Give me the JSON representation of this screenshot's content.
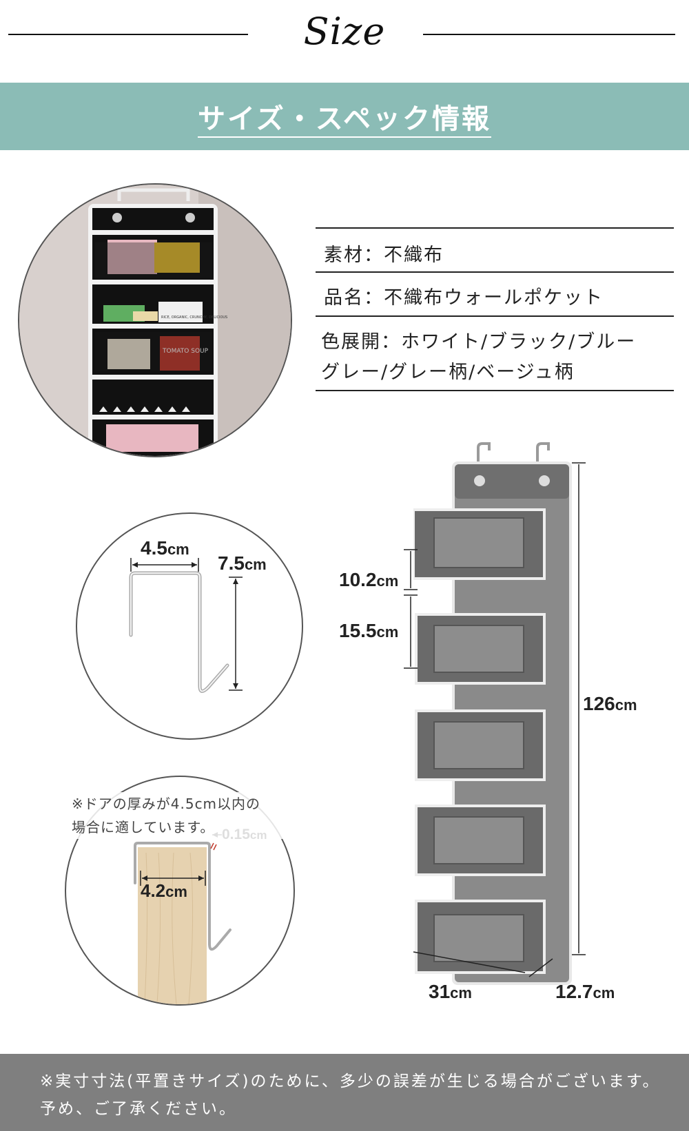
{
  "header": {
    "script_title": "Size",
    "section_title": "サイズ・スペック情報"
  },
  "specs": {
    "material": "素材：不織布",
    "product_name": "品名：不織布ウォールポケット",
    "colors_line1": "色展開：ホワイト/ブラック/ブルー",
    "colors_line2": "グレー/グレー柄/ベージュ柄"
  },
  "photo_labels": {
    "box_label_1": "RICE, ORGANIC, CRUNCHY, DELICIOUS",
    "box_label_2": "TOMATO SOUP"
  },
  "hook": {
    "width": "4.5",
    "height": "7.5",
    "unit": "cm"
  },
  "door": {
    "note_line1": "※ドアの厚みが4.5cm以内の",
    "note_line2": "場合に適しています。",
    "hook_thickness": "0.15",
    "door_thickness": "4.2",
    "unit": "cm"
  },
  "organizer": {
    "gap": "10.2",
    "pocket_height": "15.5",
    "total_height": "126",
    "width": "31",
    "depth": "12.7",
    "unit": "cm"
  },
  "footer": {
    "line1": "※実寸寸法(平置きサイズ)のために、多少の誤差が生じる場合がございます。",
    "line2": "予め、ご了承ください。"
  },
  "colors": {
    "band": "#8bbcb6",
    "footer": "#7f7f7f",
    "organizer_gray": "#7a7a7a",
    "wood": "#e6d2b0"
  }
}
